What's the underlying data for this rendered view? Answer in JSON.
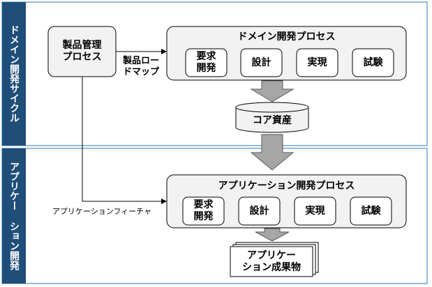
{
  "lanes": {
    "domain": {
      "label": "ドメイン開発サイクル"
    },
    "application": {
      "label": "アプリケー\nション開発"
    }
  },
  "product_mgmt": {
    "label": "製品管理\nプロセス"
  },
  "roadmap_label": "製品ロー\nドマップ",
  "domain_process": {
    "title": "ドメイン開発プロセス",
    "steps": [
      "要求\n開発",
      "設計",
      "実現",
      "試験"
    ]
  },
  "core_assets": "コア資産",
  "feature_label": "アプリケーションフィーチャ",
  "app_process": {
    "title": "アプリケーション開発プロセス",
    "steps": [
      "要求\n開発",
      "設計",
      "実現",
      "試験"
    ]
  },
  "app_products": "アプリケー\nション成果物",
  "colors": {
    "lane_fill": "#1f4e79",
    "box_fill": "#f2f2f2",
    "arrow_fill": "#a6a6a6",
    "stroke": "#000000",
    "border": "#2e75b6"
  }
}
